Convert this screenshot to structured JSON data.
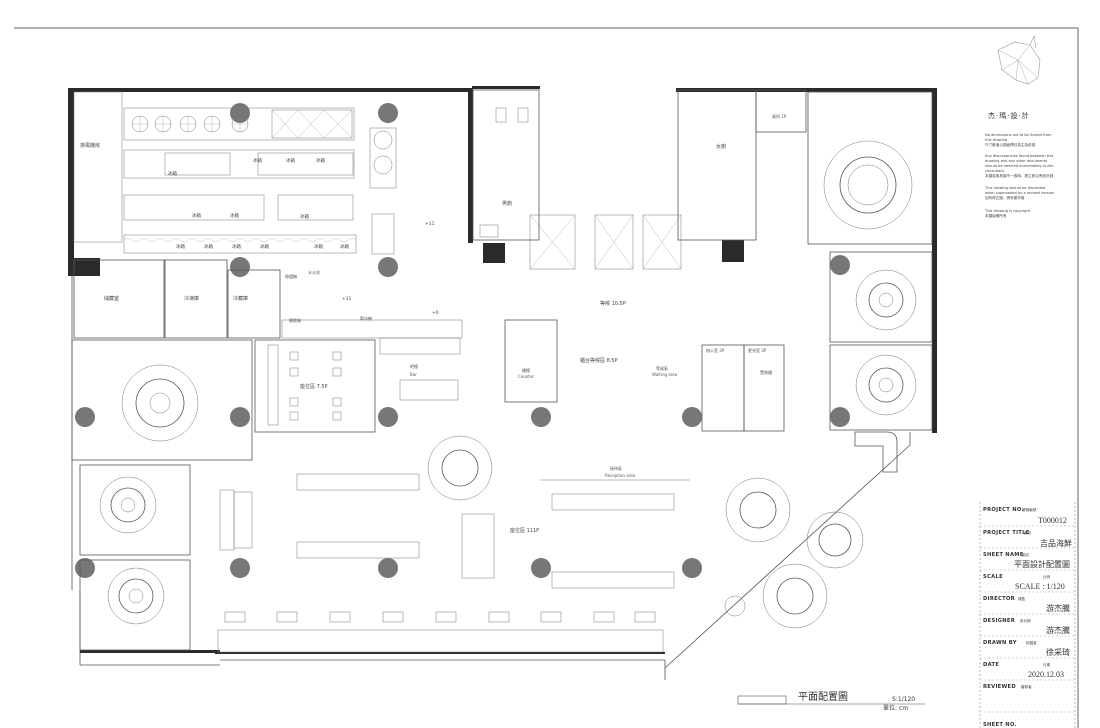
{
  "brand": {
    "name": "杰·瑪·設·計",
    "notes": [
      "No dimensions are to be Scaled from",
      "this drawing",
      "尺寸數值以圖面標註為主為依據",
      "Any discrepancies found between this",
      "drawing and any other documents",
      "should be referred immediately to the",
      "consultant.",
      "本圖若與其圖不一致時，請立即洽會設計師",
      "This drawing should be discarded",
      "when superseded by a revised version",
      "如有修正圖，請丟棄作廢",
      "This drawing is copyright",
      "本圖版權所有"
    ]
  },
  "title_block": {
    "project_no": {
      "label": "PROJECT NO.",
      "label_cn": "業務編號",
      "value": "T000012"
    },
    "project_title": {
      "label": "PROJECT TITLE",
      "label_cn": "案名",
      "value": "吉品海鮮"
    },
    "sheet_name": {
      "label": "SHEET NAME",
      "label_cn": "圖名",
      "value": "平面設計配置圖"
    },
    "scale": {
      "label": "SCALE",
      "label_cn": "比例",
      "value": "SCALE : 1/120"
    },
    "director": {
      "label": "DIRECTOR",
      "label_cn": "總監",
      "value": "游杰騰"
    },
    "designer": {
      "label": "DESIGNER",
      "label_cn": "設計師",
      "value": "游杰騰"
    },
    "drawn_by": {
      "label": "DRAWN BY",
      "label_cn": "繪圖者",
      "value": "徐采琦"
    },
    "date": {
      "label": "DATE",
      "label_cn": "日期",
      "value": "2020.12.03"
    },
    "reviewed": {
      "label": "REVIEWED",
      "label_cn": "審核者",
      "value": ""
    },
    "sheet_no": {
      "label": "SHEET NO.",
      "label_cn": "",
      "value": ""
    }
  },
  "drawing_title": {
    "name": "平面配置圖",
    "scale": "S:1/120",
    "unit": "單位: cm"
  },
  "rooms": {
    "exhaust": "排風機房",
    "storage": "儲藏室",
    "cold_storage": "冷凍庫",
    "fridge_room": "冷藏庫",
    "male_wc": "男廁",
    "female_wc": "女廁",
    "accessible_wc": "廁所 1P",
    "waiting": "等候 10.5P",
    "reception_waiting": "櫃台等候區 8.5P",
    "office": "辦公室 3P",
    "changing": "更衣室 3P",
    "booth": "座位區 7.5P",
    "main_seating": "座位區 111P",
    "counter": "櫃檯",
    "counter_en": "Counter",
    "waiting_area": "等候區",
    "waiting_area_en": "Waiting area",
    "reception": "接待區",
    "reception_en": "Reception area",
    "bar": "吧檯",
    "bar_en": "Bar",
    "ice": "製冰機",
    "dish": "開飲機",
    "pipe": "總選機",
    "water": "水水池",
    "locker": "置物櫃"
  },
  "kitchen_labels": [
    "冰箱",
    "冰箱",
    "冰箱",
    "冰箱",
    "冰箱",
    "冰箱",
    "冰箱",
    "冰箱",
    "冰箱",
    "冰箱",
    "冰箱",
    "冰箱",
    "冰箱"
  ],
  "levels": [
    "+11",
    "+11",
    "+0"
  ]
}
